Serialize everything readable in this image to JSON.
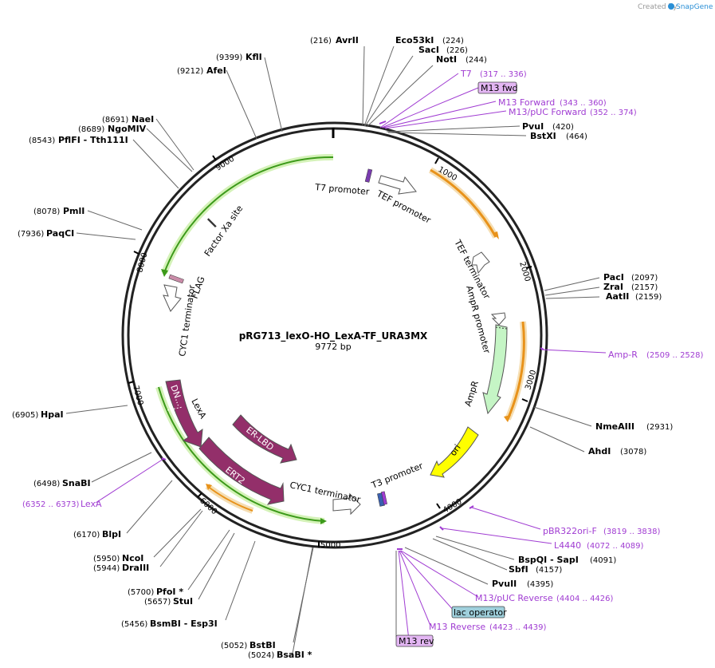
{
  "watermark": {
    "prefix": "Created by",
    "brand": "SnapGene"
  },
  "plasmid": {
    "name": "pRG713_lexO-HO_LexA-TF_URA3MX",
    "length": "9772 bp"
  },
  "ticks": [
    "1000",
    "2000",
    "3000",
    "4000",
    "5000",
    "6000",
    "7000",
    "8000",
    "9000"
  ],
  "sites": [
    {
      "name": "AvrII",
      "pos": "(216)"
    },
    {
      "name": "Eco53kI",
      "pos": "(224)"
    },
    {
      "name": "SacI",
      "pos": "(226)"
    },
    {
      "name": "NotI",
      "pos": "(244)"
    },
    {
      "name": "PvuI",
      "pos": "(420)"
    },
    {
      "name": "BstXI",
      "pos": "(464)"
    },
    {
      "name": "PacI",
      "pos": "(2097)"
    },
    {
      "name": "ZraI",
      "pos": "(2157)"
    },
    {
      "name": "AatII",
      "pos": "(2159)"
    },
    {
      "name": "NmeAIII",
      "pos": "(2931)"
    },
    {
      "name": "AhdI",
      "pos": "(3078)"
    },
    {
      "name": "BspQI - SapI",
      "pos": "(4091)"
    },
    {
      "name": "SbfI",
      "pos": "(4157)"
    },
    {
      "name": "PvuII",
      "pos": "(4395)"
    },
    {
      "name": "BstBI",
      "pos": "(5052)"
    },
    {
      "name": "BsaBI *",
      "pos": "(5024)"
    },
    {
      "name": "BsmBI - Esp3I",
      "pos": "(5456)"
    },
    {
      "name": "StuI",
      "pos": "(5657)"
    },
    {
      "name": "PfoI *",
      "pos": "(5700)"
    },
    {
      "name": "DraIII",
      "pos": "(5944)"
    },
    {
      "name": "NcoI",
      "pos": "(5950)"
    },
    {
      "name": "BlpI",
      "pos": "(6170)"
    },
    {
      "name": "SnaBI",
      "pos": "(6498)"
    },
    {
      "name": "HpaI",
      "pos": "(6905)"
    },
    {
      "name": "PaqCI",
      "pos": "(7936)"
    },
    {
      "name": "PmlI",
      "pos": "(8078)"
    },
    {
      "name": "PflFI - Tth111I",
      "pos": "(8543)"
    },
    {
      "name": "NgoMIV",
      "pos": "(8689)"
    },
    {
      "name": "NaeI",
      "pos": "(8691)"
    },
    {
      "name": "AfeI",
      "pos": "(9212)"
    },
    {
      "name": "KflI",
      "pos": "(9399)"
    }
  ],
  "primers": [
    {
      "name": "T7",
      "pos": "(317 .. 336)"
    },
    {
      "name": "M13 Forward",
      "pos": "(343 .. 360)"
    },
    {
      "name": "M13/pUC Forward",
      "pos": "(352 .. 374)"
    },
    {
      "name": "Amp-R",
      "pos": "(2509 .. 2528)"
    },
    {
      "name": "pBR322ori-F",
      "pos": "(3819 .. 3838)"
    },
    {
      "name": "L4440",
      "pos": "(4072 .. 4089)"
    },
    {
      "name": "M13/pUC Reverse",
      "pos": "(4404 .. 4426)"
    },
    {
      "name": "M13 Reverse",
      "pos": "(4423 .. 4439)"
    },
    {
      "name": "LexA",
      "pos": "(6352 .. 6373)"
    }
  ],
  "boxes": {
    "m13fwd": "M13 fwd",
    "lacop": "lac operator",
    "m13rev": "M13 rev"
  },
  "features": {
    "t7prom": "T7 promoter",
    "tefprom": "TEF promoter",
    "tefterm": "TEF terminator",
    "ampprom": "AmpR promoter",
    "ampr": "AmpR",
    "ori": "ori",
    "t3prom": "T3 promoter",
    "cyc1b": "CYC1 terminator",
    "cyc1a": "CYC1 terminator",
    "flag": "FLAG",
    "factorxa": "Factor Xa site",
    "lexa": "LexA",
    "dn": "DN...",
    "ertlbd": "ER-LBD",
    "ert2": "ERT2"
  },
  "colors": {
    "primer": "#a03cd2",
    "maroon": "#932f6a",
    "orange": "#e8921a",
    "green": "#3c9a1a",
    "ampr": "#c5f5c5",
    "ori": "#ffff00",
    "lacop": "#9fd0dc",
    "primerbox": "#e3b6f3"
  }
}
